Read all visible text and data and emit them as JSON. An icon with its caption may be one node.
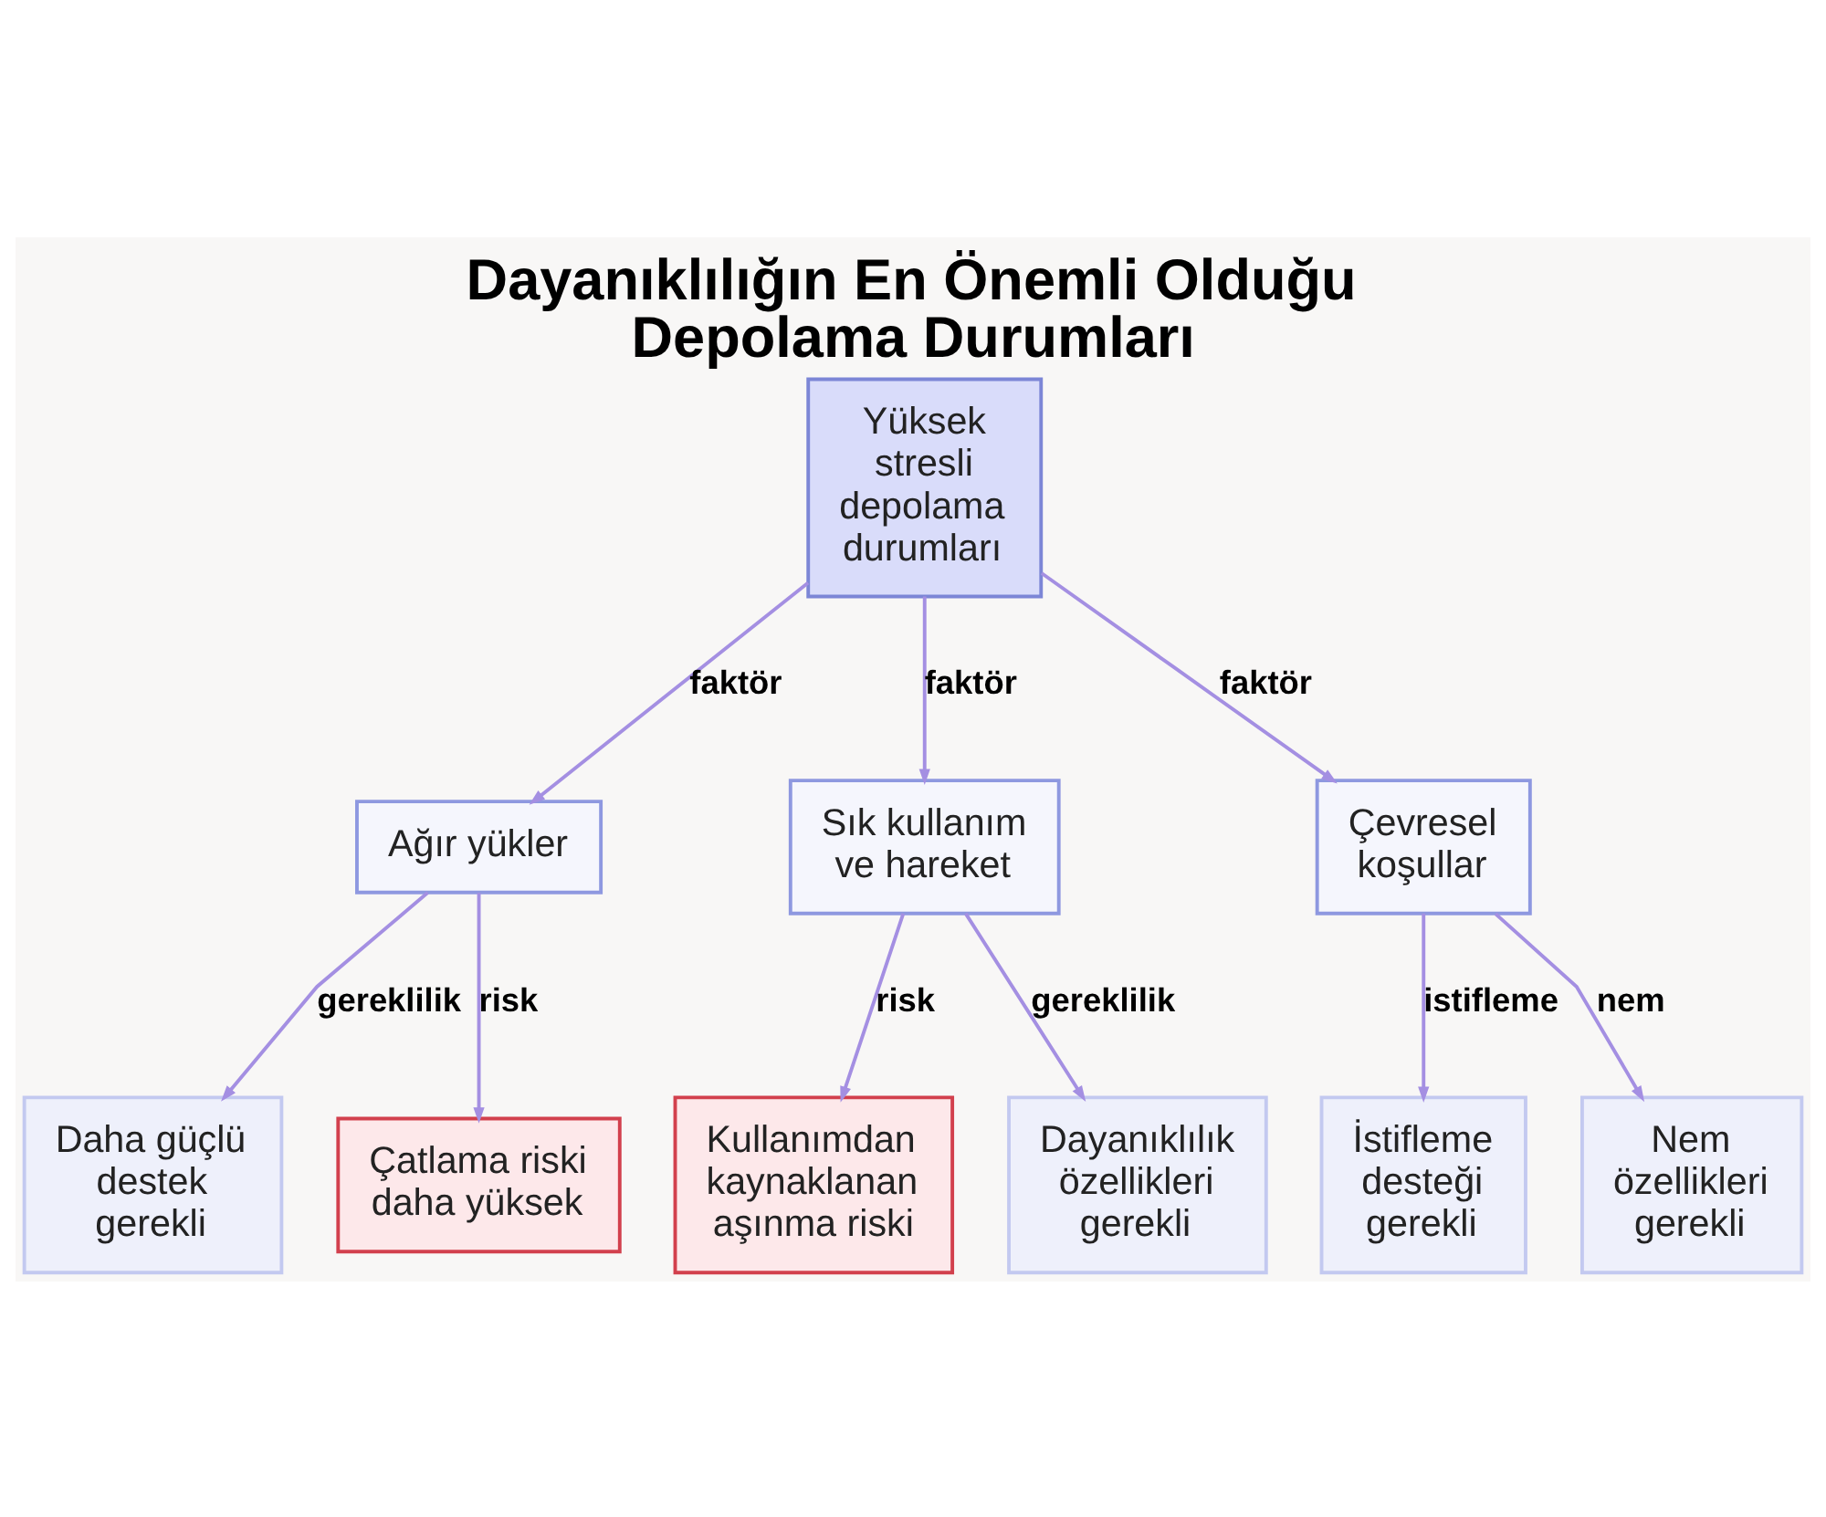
{
  "diagram": {
    "title": "Dayanıklılığın En Önemli Olduğu Depolama Durumları",
    "nodes": [
      {
        "text": [
          "Yüksek stresli depolama durumları"
        ]
      },
      {
        "text": [
          "Ağır yükler"
        ]
      },
      {
        "text": [
          "Sık kullanım ve hareket"
        ]
      },
      {
        "text": [
          "Çevresel koşullar"
        ]
      },
      {
        "text": [
          "Daha güçlü destek gerekli"
        ]
      },
      {
        "text": [
          "Çatlama riski daha yüksek"
        ]
      },
      {
        "text": [
          "Kullanımdan kaynaklanan aşınma riski"
        ]
      },
      {
        "text": [
          "Dayanıklılık özellikleri gerekli"
        ]
      },
      {
        "text": [
          "İstifleme desteği gerekli"
        ]
      },
      {
        "text": [
          "Nem özellikleri gerekli"
        ]
      }
    ],
    "edges": [
      {
        "from": 0,
        "to": 1,
        "arrow": "to",
        "label": "faktör"
      },
      {
        "from": 0,
        "to": 2,
        "arrow": "to",
        "label": "faktör"
      },
      {
        "from": 0,
        "to": 3,
        "arrow": "to",
        "label": "faktör"
      },
      {
        "from": 1,
        "to": 4,
        "arrow": "to",
        "label": "gereklilik"
      },
      {
        "from": 1,
        "to": 5,
        "arrow": "to",
        "label": "risk"
      },
      {
        "from": 2,
        "to": 6,
        "arrow": "to",
        "label": "risk"
      },
      {
        "from": 2,
        "to": 7,
        "arrow": "to",
        "label": "gereklilik"
      },
      {
        "from": 3,
        "to": 8,
        "arrow": "to",
        "label": "istifleme"
      },
      {
        "from": 3,
        "to": 9,
        "arrow": "to",
        "label": "nem"
      }
    ]
  }
}
